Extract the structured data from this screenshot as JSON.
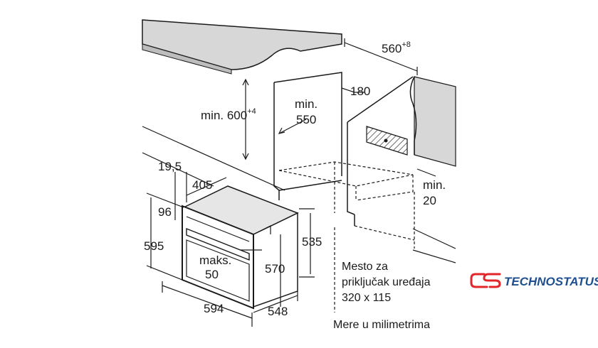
{
  "dimensions": {
    "min_height_above_floor": {
      "value": "min. 600",
      "sup": "+4"
    },
    "min_depth_cabinet": {
      "line1": "min.",
      "line2": "550"
    },
    "niche_width": {
      "value": "560",
      "sup": "+8"
    },
    "vent_gap": "180",
    "rear_gap": {
      "line1": "min.",
      "line2": "20"
    },
    "oven_depth_top": "19,5",
    "oven_depth_body": "405",
    "front_frame": "96",
    "oven_height": "595",
    "max_overlap": {
      "line1": "maks.",
      "line2": "50"
    },
    "body_height": "570",
    "niche_height": "535",
    "oven_width": "594",
    "oven_depth": "548"
  },
  "notes": {
    "connection_line1": "Mesto za",
    "connection_line2": "priključak uređaja",
    "connection_line3": "320 x 115",
    "units": "Mere u milimetrima"
  },
  "logo": {
    "text": "TECHNOSTATUS",
    "accent": "#e2262a",
    "text_color": "#1f4f8f"
  }
}
